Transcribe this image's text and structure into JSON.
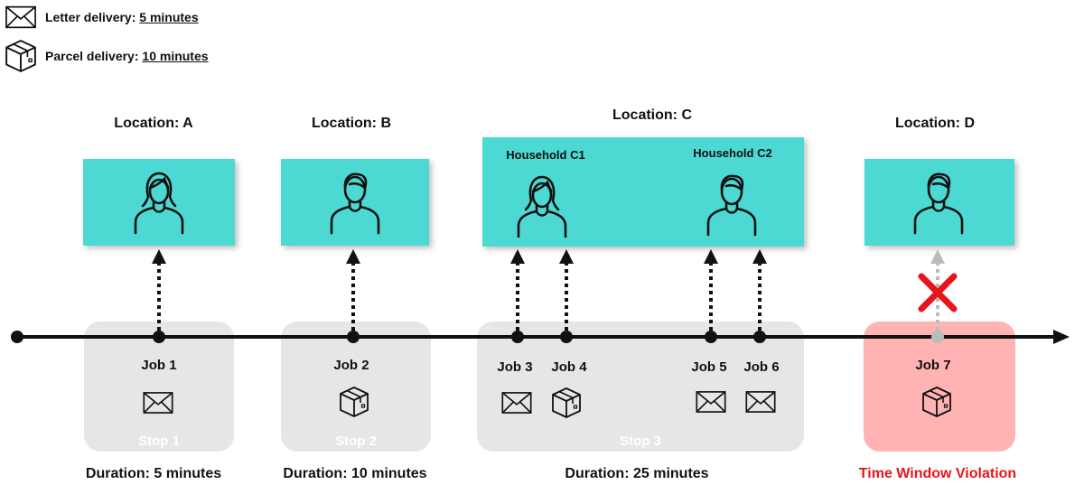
{
  "legend": {
    "letter": {
      "label": "Letter delivery:",
      "duration": "5 minutes",
      "icon": "envelope-icon"
    },
    "parcel": {
      "label": "Parcel delivery:",
      "duration": "10 minutes",
      "icon": "parcel-box-icon"
    }
  },
  "locations": [
    {
      "id": "A",
      "title": "Location: A"
    },
    {
      "id": "B",
      "title": "Location: B"
    },
    {
      "id": "C",
      "title": "Location: C",
      "households": [
        "Household C1",
        "Household C2"
      ]
    },
    {
      "id": "D",
      "title": "Location: D"
    }
  ],
  "stops": [
    {
      "label": "Stop 1",
      "duration": "Duration: 5 minutes"
    },
    {
      "label": "Stop 2",
      "duration": "Duration: 10 minutes"
    },
    {
      "label": "Stop 3",
      "duration": "Duration: 25 minutes"
    },
    {
      "label": "",
      "duration": "Time Window Violation"
    }
  ],
  "jobs": [
    {
      "label": "Job 1",
      "type": "letter"
    },
    {
      "label": "Job 2",
      "type": "parcel"
    },
    {
      "label": "Job 3",
      "type": "letter"
    },
    {
      "label": "Job 4",
      "type": "parcel"
    },
    {
      "label": "Job 5",
      "type": "letter"
    },
    {
      "label": "Job 6",
      "type": "letter"
    },
    {
      "label": "Job 7",
      "type": "parcel"
    }
  ],
  "colors": {
    "house": "#4dd9d3",
    "stop": "#e6e6e6",
    "violation_box": "#ffb3b3",
    "violation_text": "#e8141b",
    "line": "#111111"
  }
}
